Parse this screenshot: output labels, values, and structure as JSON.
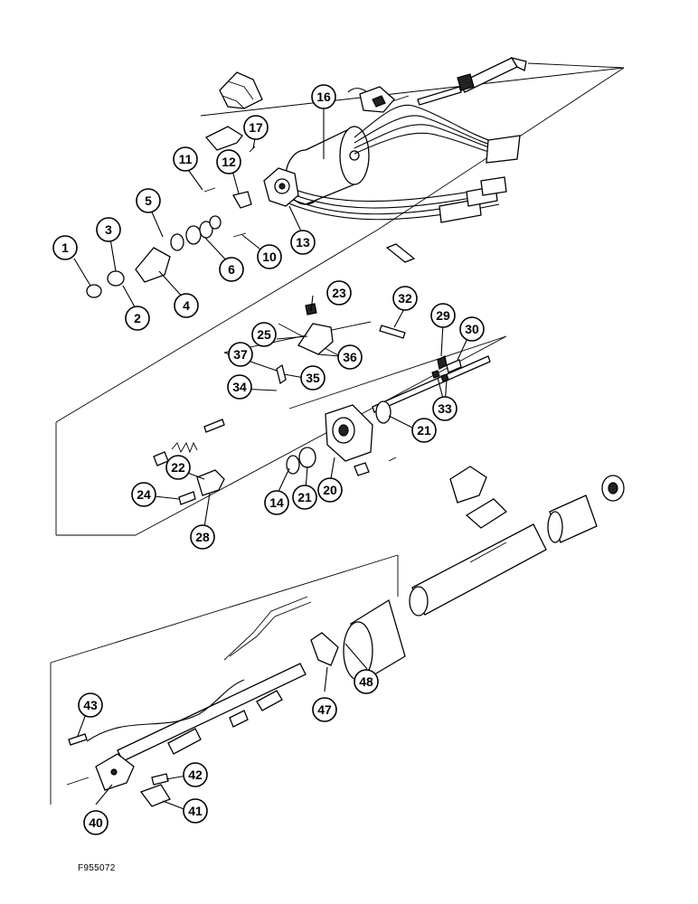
{
  "figure_code": "F955072",
  "callouts": [
    {
      "id": "c1",
      "label": "1"
    },
    {
      "id": "c2",
      "label": "2"
    },
    {
      "id": "c3",
      "label": "3"
    },
    {
      "id": "c4",
      "label": "4"
    },
    {
      "id": "c5",
      "label": "5"
    },
    {
      "id": "c6",
      "label": "6"
    },
    {
      "id": "c10",
      "label": "10"
    },
    {
      "id": "c11",
      "label": "11"
    },
    {
      "id": "c12",
      "label": "12"
    },
    {
      "id": "c13",
      "label": "13"
    },
    {
      "id": "c14",
      "label": "14"
    },
    {
      "id": "c16",
      "label": "16"
    },
    {
      "id": "c17",
      "label": "17"
    },
    {
      "id": "c20",
      "label": "20"
    },
    {
      "id": "c21a",
      "label": "21"
    },
    {
      "id": "c21b",
      "label": "21"
    },
    {
      "id": "c22",
      "label": "22"
    },
    {
      "id": "c23",
      "label": "23"
    },
    {
      "id": "c24",
      "label": "24"
    },
    {
      "id": "c25",
      "label": "25"
    },
    {
      "id": "c28",
      "label": "28"
    },
    {
      "id": "c29",
      "label": "29"
    },
    {
      "id": "c30",
      "label": "30"
    },
    {
      "id": "c32",
      "label": "32"
    },
    {
      "id": "c33",
      "label": "33"
    },
    {
      "id": "c34",
      "label": "34"
    },
    {
      "id": "c35",
      "label": "35"
    },
    {
      "id": "c36",
      "label": "36"
    },
    {
      "id": "c37",
      "label": "37"
    },
    {
      "id": "c40",
      "label": "40"
    },
    {
      "id": "c41",
      "label": "41"
    },
    {
      "id": "c42",
      "label": "42"
    },
    {
      "id": "c43",
      "label": "43"
    },
    {
      "id": "c47",
      "label": "47"
    },
    {
      "id": "c48",
      "label": "48"
    }
  ]
}
